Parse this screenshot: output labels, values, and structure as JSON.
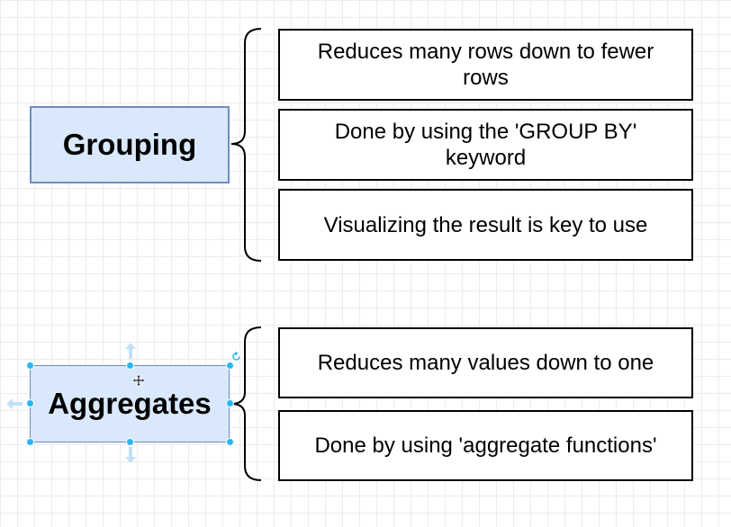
{
  "groups": [
    {
      "topic": "Grouping",
      "items": [
        "Reduces many rows down to fewer rows",
        "Done by using the 'GROUP BY' keyword",
        "Visualizing the result is key to use"
      ]
    },
    {
      "topic": "Aggregates",
      "items": [
        "Reduces many values down to one",
        "Done by using 'aggregate functions'"
      ]
    }
  ],
  "icons": {
    "move": "move-cursor-icon",
    "rotate": "rotate-icon",
    "arrows": [
      "arrow-up-icon",
      "arrow-down-icon",
      "arrow-left-icon"
    ]
  },
  "colors": {
    "topic_fill": "#dae8fc",
    "topic_stroke": "#6c8ebf",
    "selection": "#29b6f2"
  }
}
